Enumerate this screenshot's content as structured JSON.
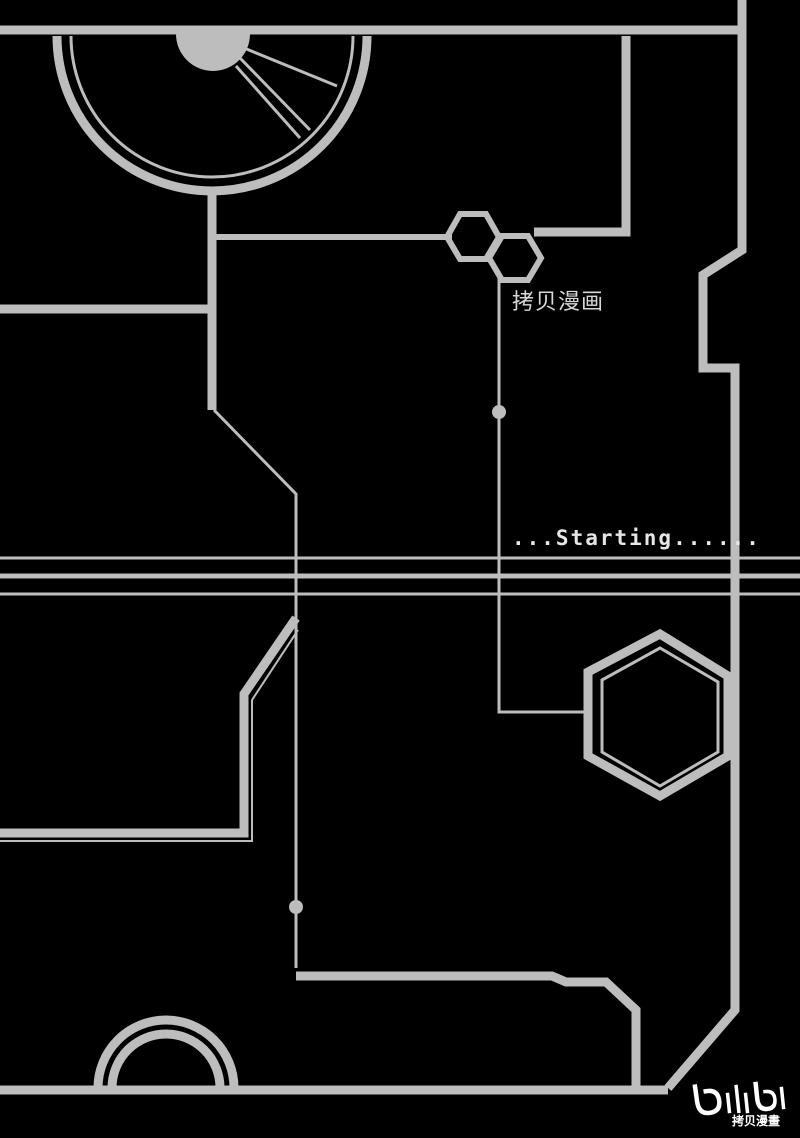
{
  "watermark": {
    "text": "拷贝漫画"
  },
  "status": {
    "text": "...Starting......"
  },
  "brand": {
    "name": "拷贝漫畫"
  },
  "colors": {
    "background": "#000000",
    "line": "#bdbdbd",
    "text": "#e6e6e6"
  }
}
